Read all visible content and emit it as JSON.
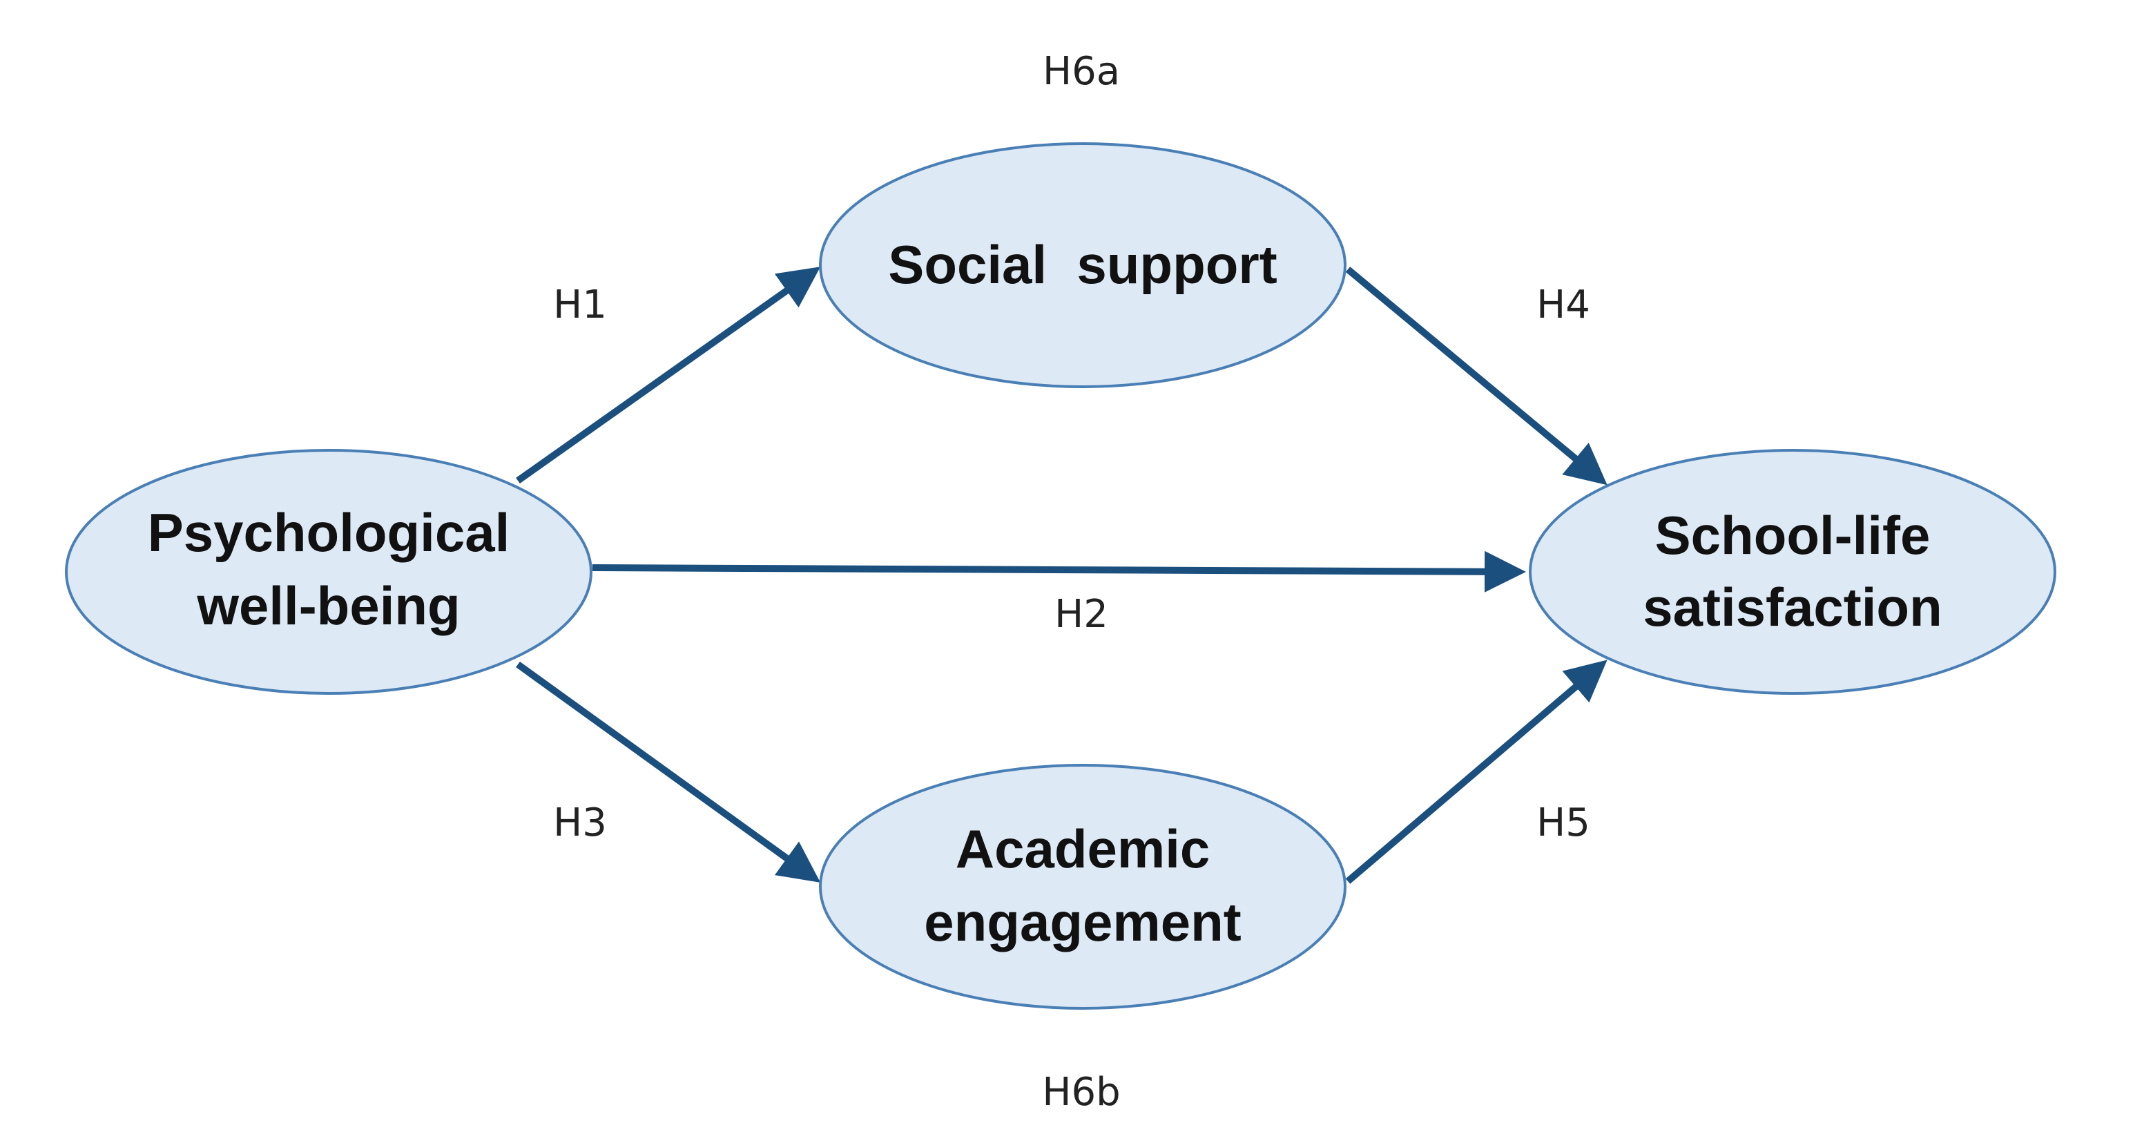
{
  "colors": {
    "node_fill": "#ddeaf6",
    "node_border": "#4a7fb5",
    "arrow": "#1b4f7e",
    "text": "#111111"
  },
  "nodes": {
    "psych": {
      "line1": "Psychological",
      "line2": "well-being"
    },
    "social": {
      "line1": "Social  support"
    },
    "academic": {
      "line1": "Academic",
      "line2": "engagement"
    },
    "school": {
      "line1": "School-life",
      "line2": "satisfaction"
    }
  },
  "hypotheses": {
    "h1": "H1",
    "h2": "H2",
    "h3": "H3",
    "h4": "H4",
    "h5": "H5",
    "h6a": "H6a",
    "h6b": "H6b"
  }
}
